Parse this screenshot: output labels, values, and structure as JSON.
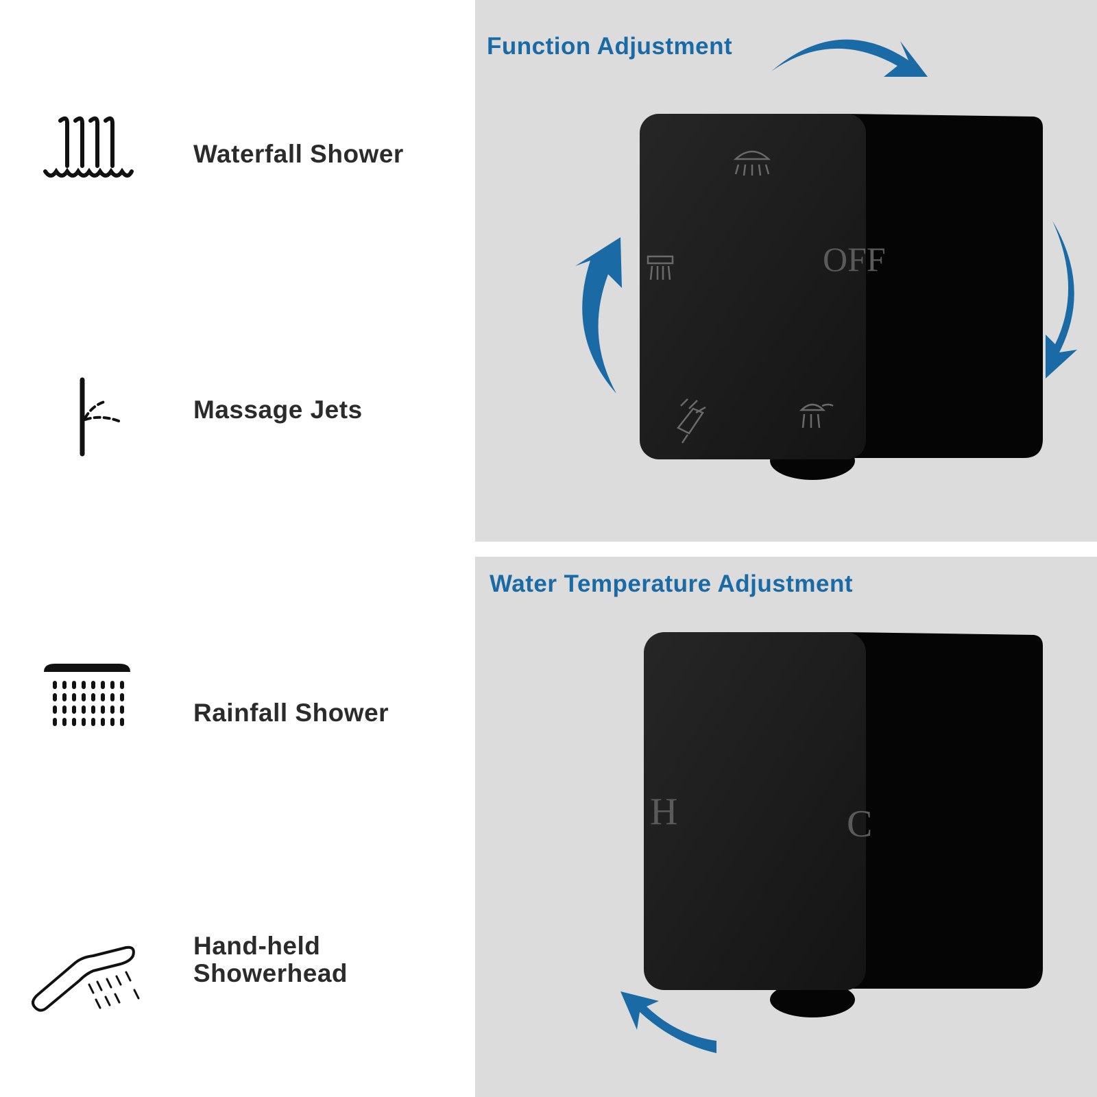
{
  "features": [
    {
      "label": "Waterfall Shower",
      "icon": "waterfall-shower-icon"
    },
    {
      "label": "Massage Jets",
      "icon": "massage-jets-icon"
    },
    {
      "label": "Rainfall Shower",
      "icon": "rainfall-shower-icon"
    },
    {
      "label": "Hand-held\nShowerhead",
      "icon": "handheld-showerhead-icon"
    }
  ],
  "function_panel": {
    "title": "Function Adjustment",
    "knob_label": "OFF"
  },
  "temperature_panel": {
    "title": "Water Temperature Adjustment",
    "hot_label": "H",
    "cold_label": "C"
  },
  "colors": {
    "accent_blue": "#1a6aa6",
    "panel_bg": "#dcdcdc",
    "knob": "#0d0d0d",
    "label_text": "#2b2b2b"
  }
}
